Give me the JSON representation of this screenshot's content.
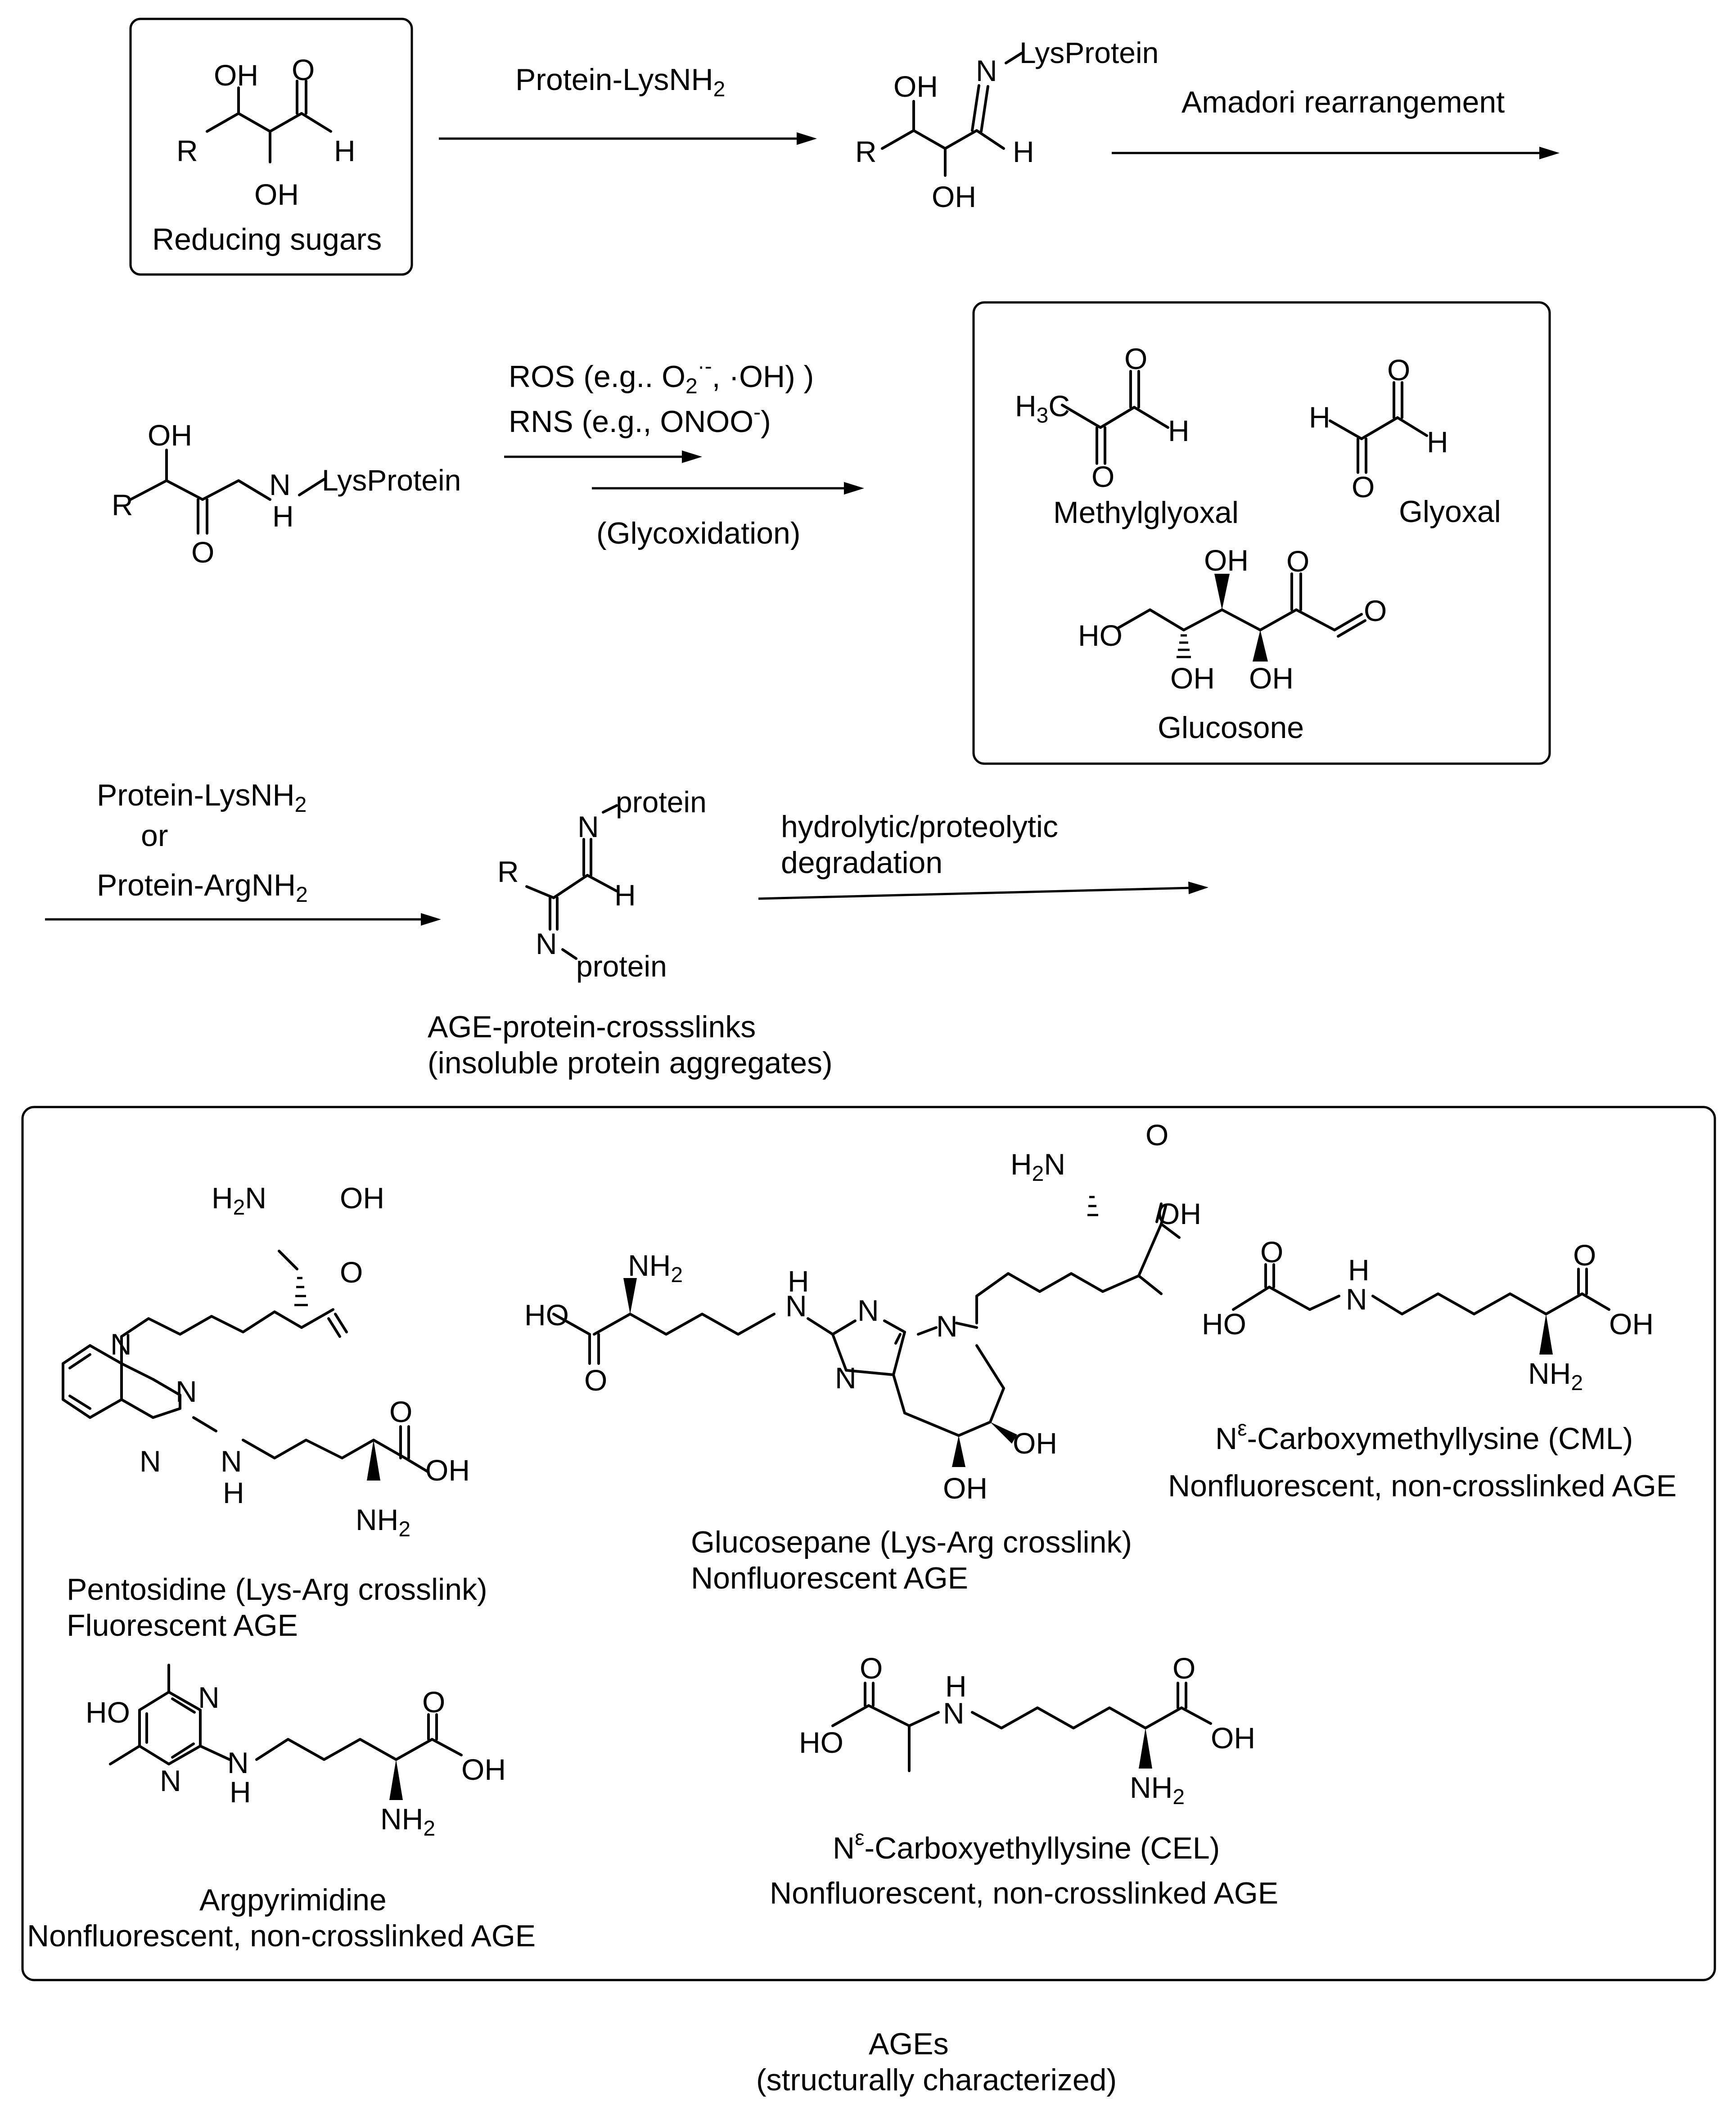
{
  "top_section": {
    "reducing_sugars_label": "Reducing sugars",
    "reagent_1": "Protein-LysNH",
    "reagent_1_sub": "2",
    "schiff_base_substituent": "LysProtein",
    "amadori_label": "Amadori rearrangement"
  },
  "middle_section": {
    "amadori_substituent": "LysProtein",
    "ros_label": "ROS (e.g.. O",
    "ros_sub": "2",
    "ros_sup": "·-",
    "ros_tail": ", ·OH) )",
    "rns_label": "RNS (e.g., ONOO",
    "rns_sup": "-",
    "rns_tail": ")",
    "glycoxidation_label": "(Glycoxidation)",
    "methylglyoxal_label": "Methylglyoxal",
    "glyoxal_label": "Glyoxal",
    "glucosone_label": "Glucosone"
  },
  "crosslink_section": {
    "reagent_lys": "Protein-LysNH",
    "reagent_lys_sub": "2",
    "reagent_or": "or",
    "reagent_arg": "Protein-ArgNH",
    "reagent_arg_sub": "2",
    "imine_substituent": "protein",
    "crosslinks_label_1": "AGE-protein-crossslinks",
    "crosslinks_label_2": "(insoluble protein aggregates)",
    "degradation_label_1": "hydrolytic/proteolytic",
    "degradation_label_2": "degradation"
  },
  "ages_box": {
    "pentosidine_name": "Pentosidine (Lys-Arg crosslink)",
    "pentosidine_type": "Fluorescent AGE",
    "glucosepane_name": "Glucosepane (Lys-Arg crosslink)",
    "glucosepane_type": "Nonfluorescent AGE",
    "cml_prefix": "N",
    "cml_sup": "ε",
    "cml_name": "-Carboxymethyllysine (CML)",
    "cml_type": "Nonfluorescent, non-crosslinked AGE",
    "argpyrimidine_name": "Argpyrimidine",
    "argpyrimidine_type": "Nonfluorescent, non-crosslinked AGE",
    "cel_prefix": "N",
    "cel_sup": "ε",
    "cel_name": "-Carboxyethyllysine (CEL)",
    "cel_type": "Nonfluorescent, non-crosslinked AGE"
  },
  "footer": {
    "title": "AGEs",
    "subtitle": "(structurally characterized)"
  },
  "atoms": {
    "OH": "OH",
    "O": "O",
    "H": "H",
    "R": "R",
    "N": "N",
    "HO": "HO",
    "NH": "NH",
    "H2N": "H",
    "NH2": "NH",
    "two": "2",
    "H3C": "H",
    "three": "3"
  }
}
